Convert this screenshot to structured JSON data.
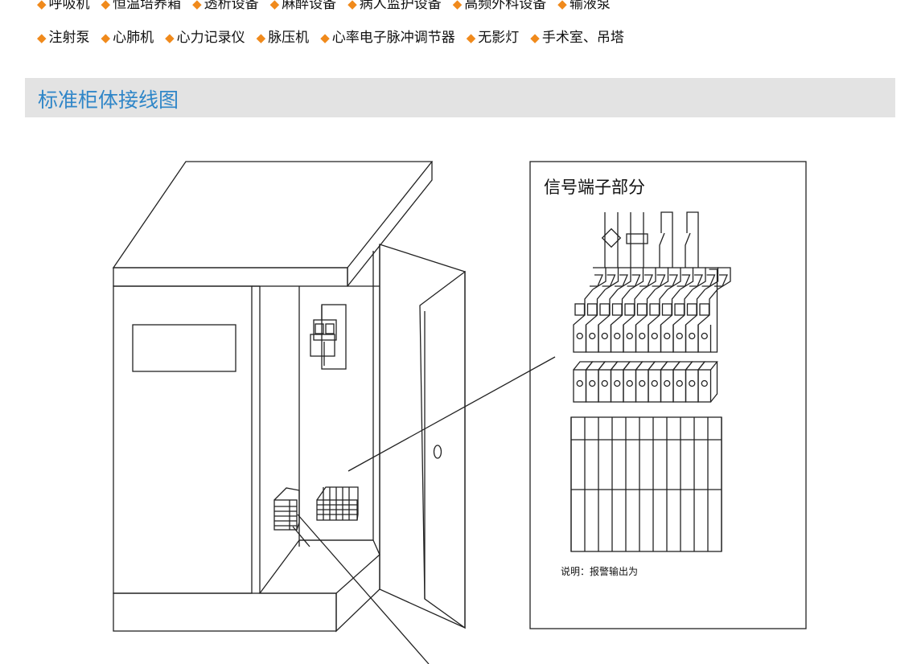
{
  "feature_rows": [
    [
      "呼吸机",
      "恒温培养箱",
      "透析设备",
      "麻醉设备",
      "病人监护设备",
      "高频外科设备",
      "输液泵"
    ],
    [
      "注射泵",
      "心肺机",
      "心力记录仪",
      "脉压机",
      "心率电子脉冲调节器",
      "无影灯",
      "手术室、吊塔"
    ]
  ],
  "section": {
    "title": "标准柜体接线图"
  },
  "diagram": {
    "signal_panel_title": "信号端子部分",
    "note": "说明：报警输出为"
  },
  "colors": {
    "accent": "#f08a1c",
    "title_blue": "#2f86c8",
    "bar_bg": "#e3e3e3"
  }
}
